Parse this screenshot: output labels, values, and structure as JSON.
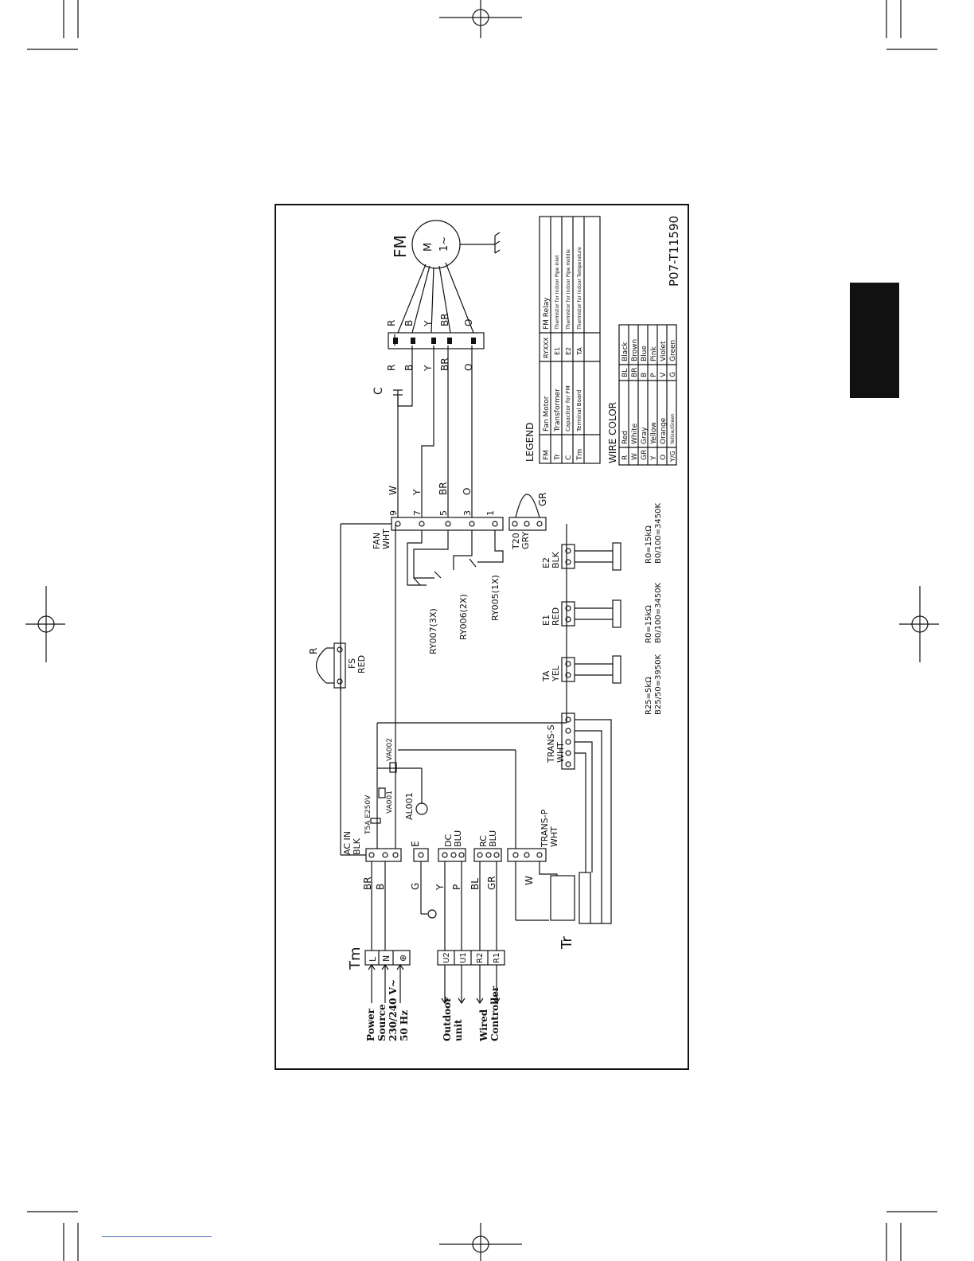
{
  "diagram": {
    "drawing_code": "P07-T11590",
    "power_source": [
      "Power",
      "Source",
      "230/240 V~",
      "50 Hz"
    ],
    "outdoor_unit": [
      "Outdoor",
      "unit"
    ],
    "wired_controller": [
      "Wired",
      "Controller"
    ],
    "terminal_block": {
      "label": "Tm",
      "power_terminals": [
        "L",
        "N",
        "⊕"
      ],
      "signal_terminals": [
        "U2",
        "U1",
        "R2",
        "R1"
      ]
    },
    "wire_labels_left": [
      "BR",
      "B",
      "G",
      "Y",
      "P",
      "BL",
      "GR",
      "W"
    ],
    "connectors": {
      "ac_in": [
        "AC IN",
        "BLK"
      ],
      "e": "E",
      "dc": [
        "DC",
        "BLU"
      ],
      "rc": [
        "RC",
        "BLU"
      ],
      "trans_p": [
        "TRANS-P",
        "WHT"
      ],
      "trans_s": [
        "TRANS-S",
        "WHT"
      ],
      "ta": [
        "TA",
        "YEL"
      ],
      "e1": [
        "E1",
        "RED"
      ],
      "e2": [
        "E2",
        "BLK"
      ],
      "fan": [
        "FAN",
        "WHT"
      ],
      "t20": [
        "T20",
        "GRY"
      ],
      "fs": [
        "FS",
        "RED"
      ]
    },
    "components": {
      "fuse": "T5A E250V",
      "va001": "VA001",
      "va002": "VA002",
      "al001": "AL001",
      "transformer": "Tr",
      "capacitor": "C",
      "fan_motor": "FM",
      "motor_text": [
        "M",
        "1~"
      ],
      "ry007": "RY007(3X)",
      "ry006": "RY006(2X)",
      "ry005": "RY005(1X)"
    },
    "thermistors": {
      "ta": [
        "R25=5kΩ",
        "B25/50=3950K"
      ],
      "e1": [
        "R0=15kΩ",
        "B0/100=3450K"
      ],
      "e2": [
        "R0=15kΩ",
        "B0/100=3450K"
      ]
    },
    "fan_wire_labels": [
      "W",
      "Y",
      "BR",
      "O",
      "GR"
    ],
    "fan_pin_numbers": [
      "9",
      "7",
      "5",
      "3",
      "1"
    ],
    "motor_wires": [
      "R",
      "B",
      "Y",
      "BR",
      "O"
    ],
    "legend": {
      "title": "LEGEND",
      "rows": [
        [
          "FM",
          "Fan Motor",
          "RYXXX",
          "FM Relay"
        ],
        [
          "Tr",
          "Transformer",
          "E1",
          "Thermistor for Indoor Pipe inlet"
        ],
        [
          "C",
          "Capacitor for FM",
          "E2",
          "Thermistor for Indoor Pipe middle"
        ],
        [
          "Tm",
          "Terminal Board",
          "TA",
          "Thermistor for Indoor Temperature"
        ]
      ]
    },
    "wire_color": {
      "title": "WIRE COLOR",
      "rows": [
        [
          "R",
          "Red",
          "BL",
          "Black"
        ],
        [
          "W",
          "White",
          "BR",
          "Brown"
        ],
        [
          "GR",
          "Gray",
          "B",
          "Blue"
        ],
        [
          "Y",
          "Yellow",
          "P",
          "Pink"
        ],
        [
          "O",
          "Orange",
          "V",
          "Violet"
        ],
        [
          "Y/G",
          "Yellow/Green",
          "G",
          "Green"
        ]
      ]
    }
  }
}
